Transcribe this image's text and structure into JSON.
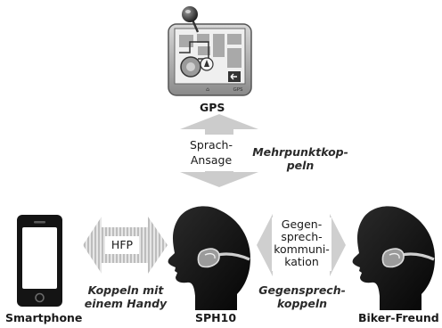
{
  "diagram": {
    "nodes": {
      "gps": "GPS",
      "smartphone": "Smartphone",
      "sph10": "SPH10",
      "biker_friend": "Biker-Freund"
    },
    "gps_screen": {
      "softkey_label": "GPS"
    },
    "links": {
      "voice": {
        "arrow_line1": "Sprach-",
        "arrow_line2": "Ansage",
        "caption_line1": "Mehrpunktkop-",
        "caption_line2": "peln"
      },
      "hfp": {
        "arrow_text": "HFP",
        "caption_line1": "Koppeln mit",
        "caption_line2": "einem Handy"
      },
      "intercom": {
        "arrow_line1": "Gegen-",
        "arrow_line2": "sprech-",
        "arrow_line3": "kommuni-",
        "arrow_line4": "kation",
        "caption_line1": "Gegensprech-",
        "caption_line2": "koppeln"
      }
    }
  }
}
